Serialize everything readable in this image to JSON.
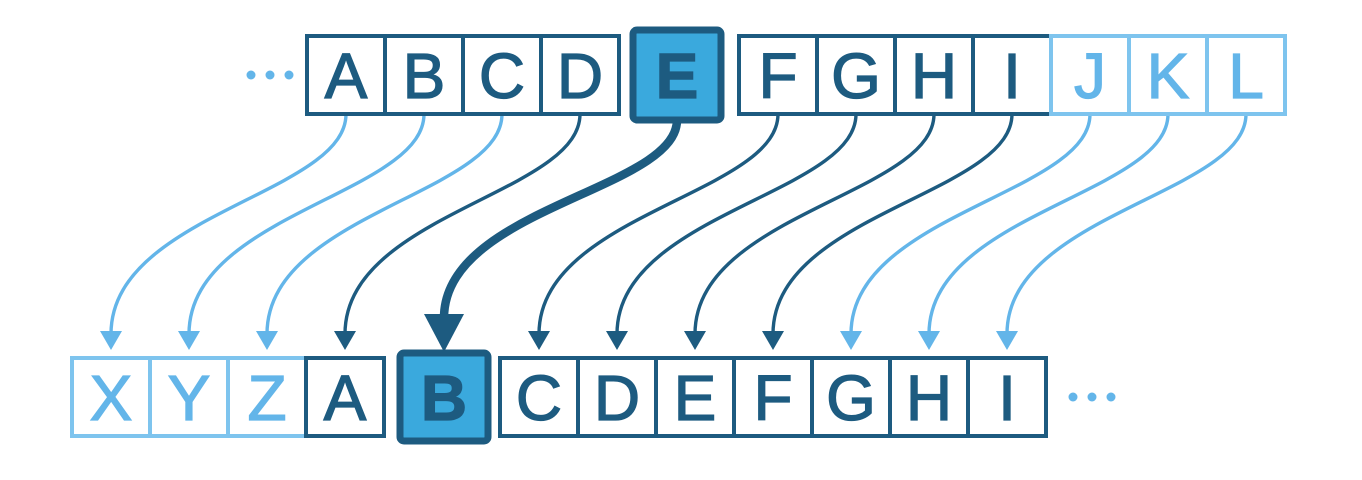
{
  "colors": {
    "dark": "#1d5b80",
    "light": "#63b5e9",
    "light_box_border": "#7ec4ee",
    "highlight_fill": "#3aa9dd",
    "background": "#ffffff"
  },
  "top_row": {
    "leading_ellipsis": "...",
    "cells": [
      {
        "letter": "A",
        "variant": "dark"
      },
      {
        "letter": "B",
        "variant": "dark"
      },
      {
        "letter": "C",
        "variant": "dark"
      },
      {
        "letter": "D",
        "variant": "dark"
      },
      {
        "letter": "E",
        "variant": "highlight"
      },
      {
        "letter": "F",
        "variant": "dark"
      },
      {
        "letter": "G",
        "variant": "dark"
      },
      {
        "letter": "H",
        "variant": "dark"
      },
      {
        "letter": "I",
        "variant": "dark"
      },
      {
        "letter": "J",
        "variant": "light"
      },
      {
        "letter": "K",
        "variant": "light"
      },
      {
        "letter": "L",
        "variant": "light"
      }
    ]
  },
  "bottom_row": {
    "trailing_ellipsis": "...",
    "cells": [
      {
        "letter": "X",
        "variant": "light"
      },
      {
        "letter": "Y",
        "variant": "light"
      },
      {
        "letter": "Z",
        "variant": "light"
      },
      {
        "letter": "A",
        "variant": "dark"
      },
      {
        "letter": "B",
        "variant": "highlight"
      },
      {
        "letter": "C",
        "variant": "dark"
      },
      {
        "letter": "D",
        "variant": "dark"
      },
      {
        "letter": "E",
        "variant": "dark"
      },
      {
        "letter": "F",
        "variant": "dark"
      },
      {
        "letter": "G",
        "variant": "dark"
      },
      {
        "letter": "H",
        "variant": "dark"
      },
      {
        "letter": "I",
        "variant": "dark"
      }
    ]
  },
  "mappings": [
    {
      "from": "A",
      "to": "X",
      "style": "light"
    },
    {
      "from": "B",
      "to": "Y",
      "style": "light"
    },
    {
      "from": "C",
      "to": "Z",
      "style": "light"
    },
    {
      "from": "D",
      "to": "A",
      "style": "dark"
    },
    {
      "from": "E",
      "to": "B",
      "style": "highlight"
    },
    {
      "from": "F",
      "to": "C",
      "style": "dark"
    },
    {
      "from": "G",
      "to": "D",
      "style": "dark"
    },
    {
      "from": "H",
      "to": "E",
      "style": "dark"
    },
    {
      "from": "I",
      "to": "F",
      "style": "dark"
    },
    {
      "from": "J",
      "to": "G",
      "style": "light"
    },
    {
      "from": "K",
      "to": "H",
      "style": "light"
    },
    {
      "from": "L",
      "to": "I",
      "style": "light"
    }
  ]
}
